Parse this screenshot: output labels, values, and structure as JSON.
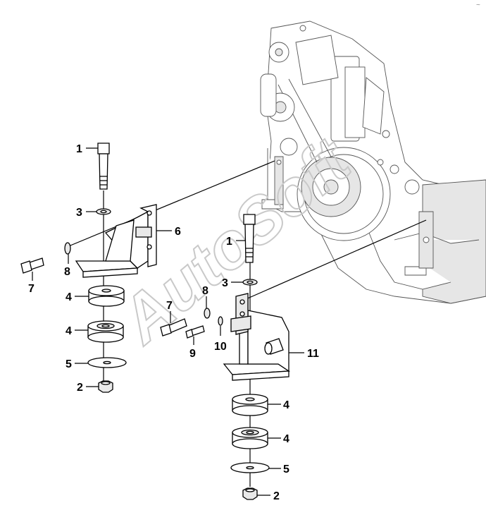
{
  "watermark": "AutoSoft",
  "corner_mark": "~",
  "callouts": {
    "left_assembly": {
      "bolt": "1",
      "washer": "3",
      "bracket": "6",
      "screw": "7",
      "screw_washer": "8",
      "cushion_upper": "4",
      "cushion_lower": "4",
      "plate_washer": "5",
      "nut": "2"
    },
    "right_assembly": {
      "bolt": "1",
      "washer": "3",
      "screw": "7",
      "screw_washer": "8",
      "small_screw": "9",
      "small_washer": "10",
      "bracket": "11",
      "cushion_upper": "4",
      "cushion_lower": "4",
      "plate_washer": "5",
      "nut": "2"
    }
  }
}
